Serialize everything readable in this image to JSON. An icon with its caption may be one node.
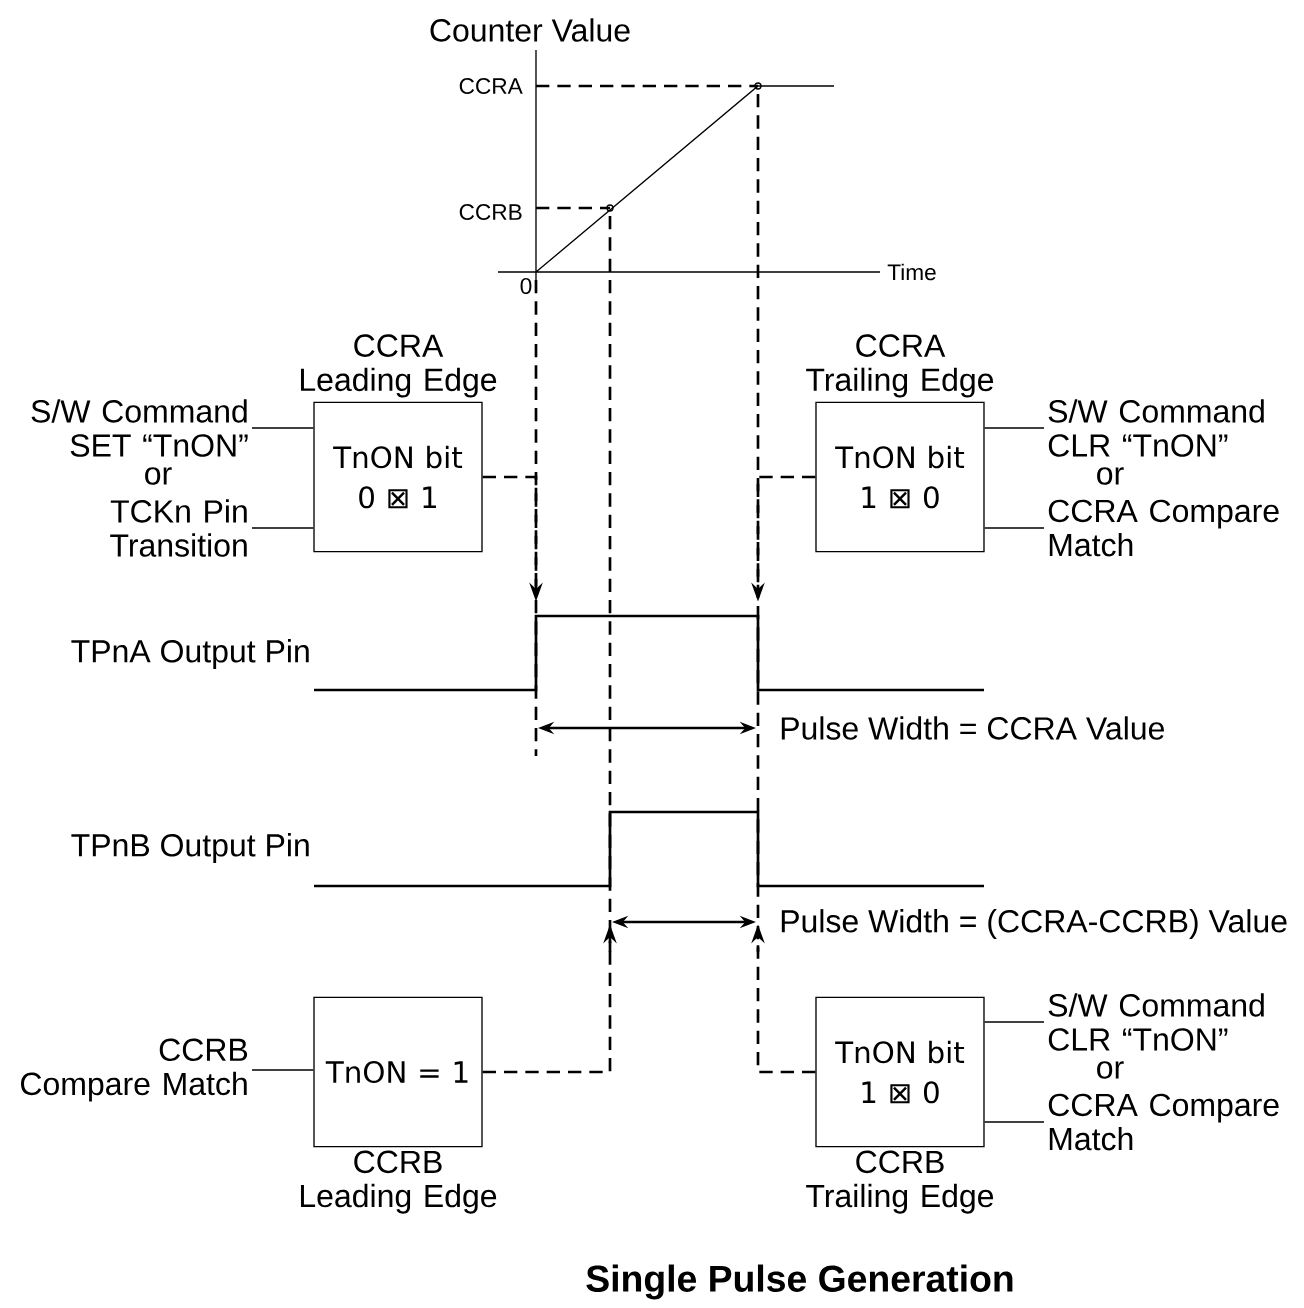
{
  "diagram": {
    "caption": "Single Pulse Generation",
    "nodes": [
      {
        "text": [
          "CCRA Leading Edge",
          "TnON bit 0 ⊠ 1"
        ]
      },
      {
        "text": [
          "CCRA Trailing Edge",
          "TnON bit 1 ⊠ 0"
        ]
      },
      {
        "text": [
          "TnON = 1",
          "CCRB Leading Edge"
        ]
      },
      {
        "text": [
          "TnON bit 1 ⊠ 0",
          "CCRB Trailing Edge"
        ]
      },
      {
        "text": [
          "S/W Command SET “TnON”"
        ]
      },
      {
        "text": [
          "TCKn Pin Transition"
        ]
      },
      {
        "text": [
          "S/W Command CLR “TnON”"
        ]
      },
      {
        "text": [
          "CCRA Compare Match"
        ]
      },
      {
        "text": [
          "CCRB Compare Match"
        ]
      },
      {
        "text": [
          "S/W Command CLR “TnON”"
        ]
      },
      {
        "text": [
          "CCRA Compare Match"
        ]
      },
      {
        "text": [],
        "shape": "waveform",
        "beside": [
          "TPnA Output Pin"
        ]
      },
      {
        "text": [],
        "shape": "waveform",
        "beside": [
          "TPnB Output Pin"
        ]
      }
    ],
    "edges": [
      {
        "from": 4,
        "to": 0,
        "arrow": "none"
      },
      {
        "from": 5,
        "to": 0,
        "arrow": "none"
      },
      {
        "from": 6,
        "to": 1,
        "arrow": "none"
      },
      {
        "from": 7,
        "to": 1,
        "arrow": "none"
      },
      {
        "from": 0,
        "to": 11,
        "arrow": "to",
        "style": "dashed"
      },
      {
        "from": 1,
        "to": 11,
        "arrow": "to",
        "style": "dashed"
      },
      {
        "from": 8,
        "to": 2,
        "arrow": "none"
      },
      {
        "from": 9,
        "to": 3,
        "arrow": "none"
      },
      {
        "from": 10,
        "to": 3,
        "arrow": "none"
      },
      {
        "from": 2,
        "to": 12,
        "arrow": "to",
        "style": "dashed"
      },
      {
        "from": 3,
        "to": 12,
        "arrow": "to",
        "style": "dashed"
      }
    ],
    "labels": [
      "Counter Value",
      "CCRA",
      "CCRB",
      "0",
      "Time",
      "or",
      "or",
      "Pulse Width = CCRA Value",
      "Pulse Width = (CCRA-CCRB) Value",
      "or"
    ]
  }
}
